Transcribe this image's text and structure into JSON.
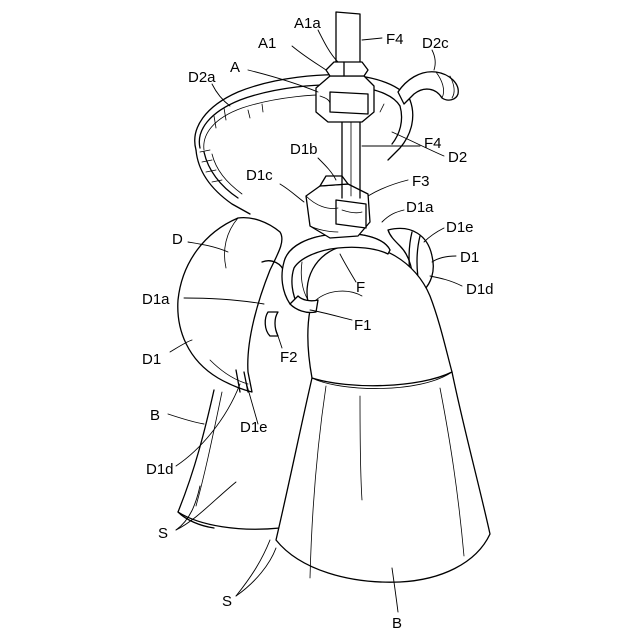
{
  "labels": {
    "A1a": "A1a",
    "F4_top": "F4",
    "A1": "A1",
    "D2c": "D2c",
    "A": "A",
    "D2a": "D2a",
    "F4_mid": "F4",
    "D1b": "D1b",
    "D2": "D2",
    "D1c": "D1c",
    "F3": "F3",
    "D1a_right": "D1a",
    "D1e_right": "D1e",
    "D_left": "D",
    "D1_right": "D1",
    "F": "F",
    "D1d_right": "D1d",
    "D1a_left": "D1a",
    "F1": "F1",
    "D1_left": "D1",
    "F2": "F2",
    "B_left": "B",
    "D1e_left": "D1e",
    "D1d_left": "D1d",
    "S_left": "S",
    "S_bottom": "S",
    "B_bottom": "B"
  }
}
